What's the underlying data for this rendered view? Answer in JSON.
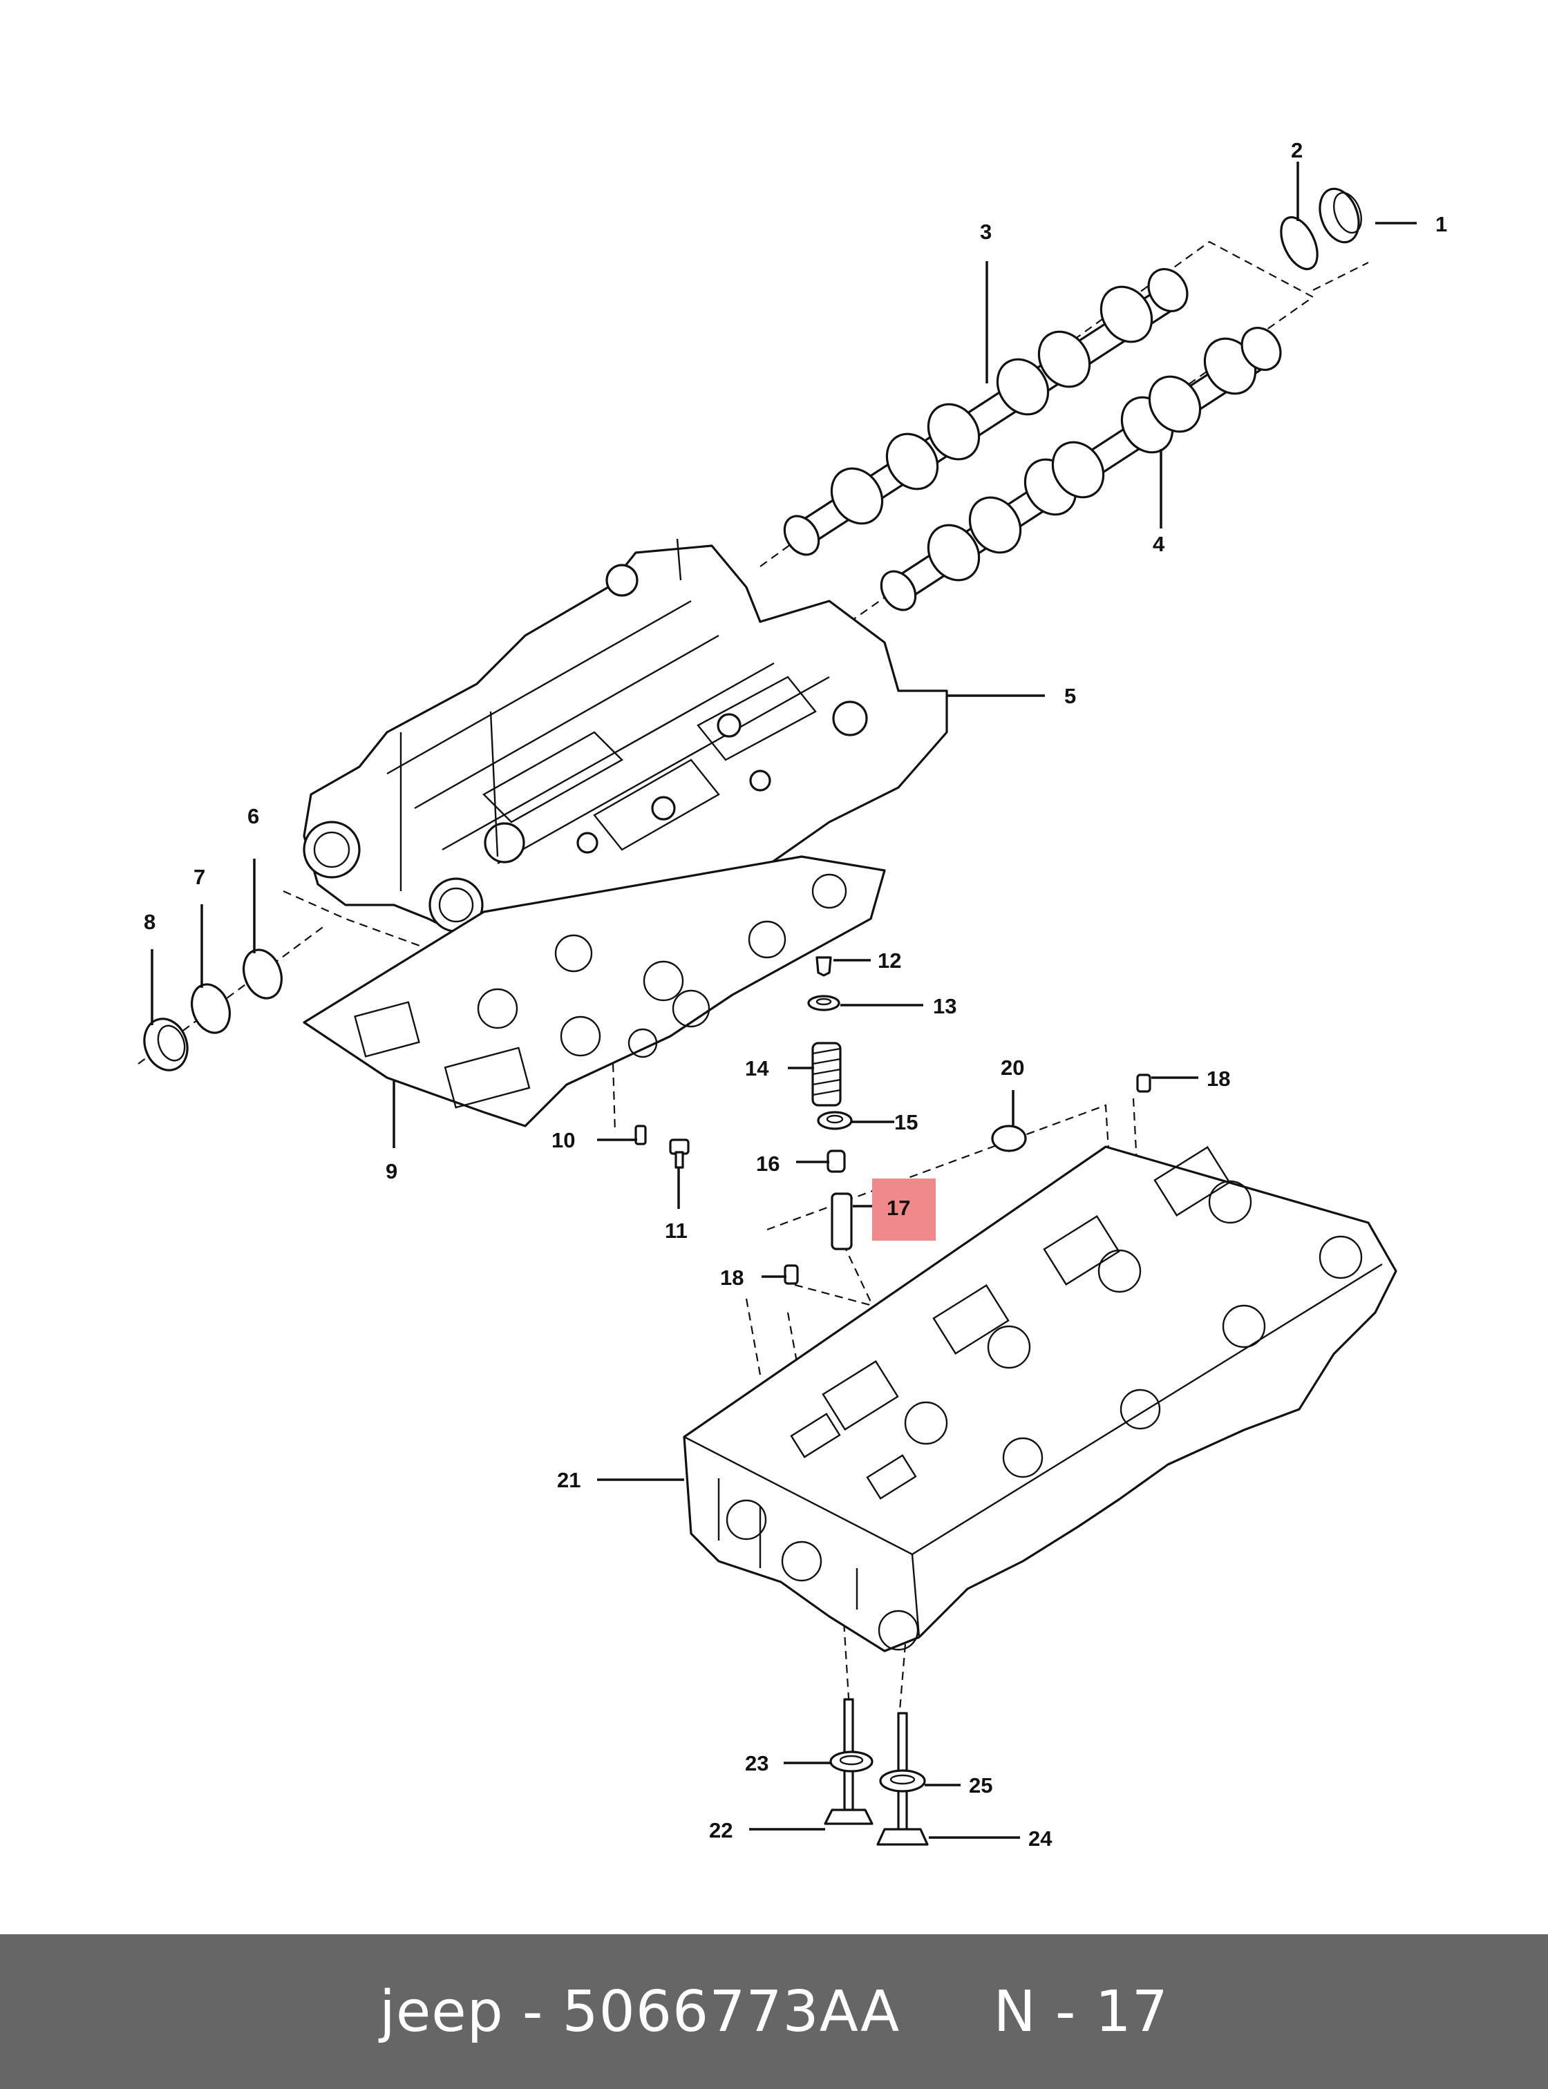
{
  "callouts": {
    "c1": "1",
    "c2": "2",
    "c3": "3",
    "c4": "4",
    "c5": "5",
    "c6": "6",
    "c7": "7",
    "c8": "8",
    "c9": "9",
    "c10": "10",
    "c11": "11",
    "c12": "12",
    "c13": "13",
    "c14": "14",
    "c15": "15",
    "c16": "16",
    "c17": "17",
    "c18a": "18",
    "c18b": "18",
    "c20": "20",
    "c21": "21",
    "c22": "22",
    "c23": "23",
    "c24": "24",
    "c25": "25"
  },
  "highlight": {
    "part": "17",
    "color": "#f08a8a"
  },
  "footer": {
    "text": "jeep - 5066773AA     N - 17",
    "background": "#666666"
  }
}
